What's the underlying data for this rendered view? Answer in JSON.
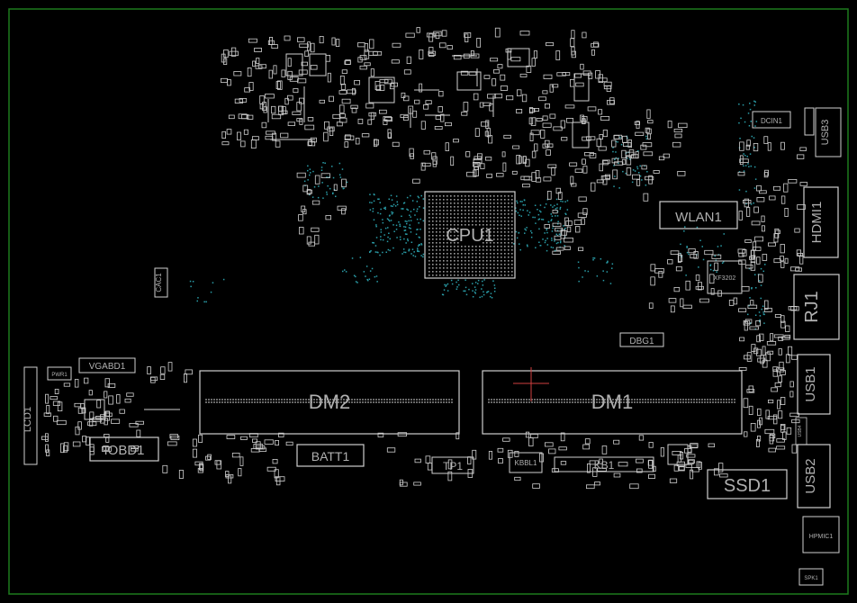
{
  "board": {
    "outline_color": "#1e7a1e",
    "component_color": "#cfcfcf",
    "via_color": "#2a9da8",
    "cursor_color": "#d04040"
  },
  "labels": {
    "cpu": "CPU1",
    "dm2": "DM2",
    "dm1": "DM1",
    "wlan": "WLAN1",
    "hdmi": "HDMI1",
    "rj": "RJ1",
    "usb1": "USB1",
    "usb2": "USB2",
    "usb3": "USB3",
    "ssd": "SSD1",
    "hpmic": "HPMIC1",
    "spk": "SPK1",
    "dcin": "DCIN1",
    "xf": "XF3202",
    "dbg": "DBG1",
    "batt": "BATT1",
    "tp": "TP1",
    "kbbl": "KBBL1",
    "kb": "KB1",
    "iobd": "IOBD1",
    "vgabd": "VGABD1",
    "lcd": "LCD1",
    "cac": "CAC1",
    "pwr": "PWR1",
    "usb4": "USB4"
  }
}
